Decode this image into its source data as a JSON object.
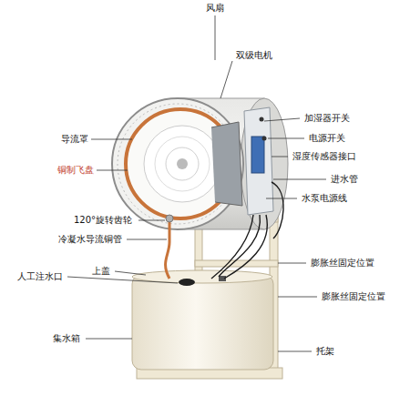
{
  "diagram": {
    "labels": [
      "风扇",
      "双级电机",
      "加湿器开关",
      "电源开关",
      "湿度传感器接口",
      "进水管",
      "水泵电源线",
      "导流罩",
      "铜制飞盘",
      "120°旋转齿轮",
      "冷凝水导流铜管",
      "人工注水口",
      "上盖",
      "膨胀丝固定位置",
      "膨胀丝固定位置",
      "集水箱",
      "托架"
    ]
  }
}
